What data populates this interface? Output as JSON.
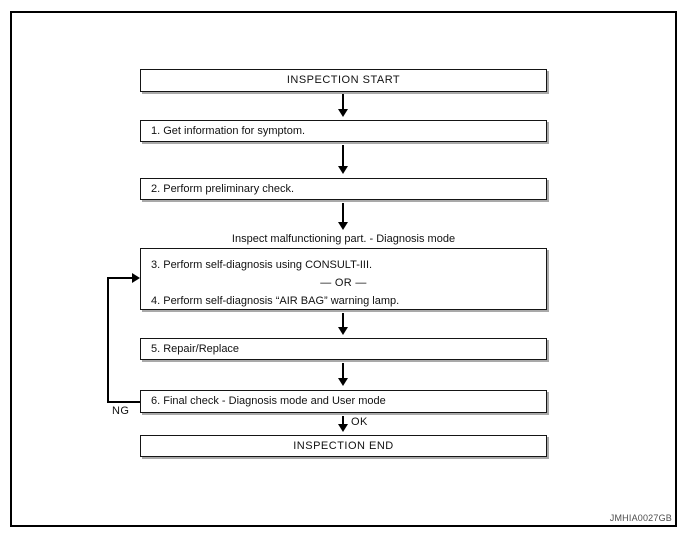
{
  "flowchart": {
    "start": "INSPECTION START",
    "step1": "1. Get information for symptom.",
    "step2": "2. Perform preliminary check.",
    "step34_heading": "Inspect malfunctioning part. - Diagnosis mode",
    "step3": "3. Perform self-diagnosis using CONSULT-III.",
    "or_separator": "— OR —",
    "step4": "4. Perform self-diagnosis “AIR BAG” warning lamp.",
    "step5": "5. Repair/Replace",
    "step6": "6. Final check - Diagnosis mode and User mode",
    "ok_label": "OK",
    "ng_label": "NG",
    "end": "INSPECTION END"
  },
  "figure": {
    "code": "JMHIA0027GB"
  },
  "colors": {
    "line": "#000000",
    "box_border": "#151515",
    "box_shadow": "#a9a9a9",
    "background": "#ffffff",
    "figure_code": "#4d4d4d"
  }
}
